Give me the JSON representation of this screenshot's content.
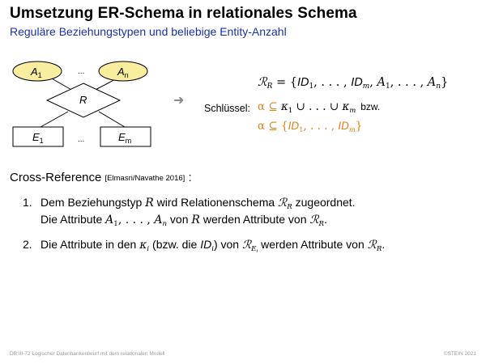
{
  "header": {
    "title": "Umsetzung ER-Schema in relationales Schema",
    "subtitle": "Reguläre Beziehungstypen und beliebige Entity-Anzahl"
  },
  "er_diagram": {
    "attribute_a1": "A",
    "attribute_a1_sub": "1",
    "attribute_an": "A",
    "attribute_an_sub": "n",
    "attribute_dots": "...",
    "relationship": "R",
    "entity_e1": "E",
    "entity_e1_sub": "1",
    "entity_em": "E",
    "entity_em_sub": "m",
    "entity_dots": "...",
    "colors": {
      "attribute_fill": "#f9eda0",
      "stroke": "#000000"
    }
  },
  "arrow": "➜",
  "schema": {
    "lhs": "ℛ",
    "lhs_sub": "R",
    "eq_open": " = {",
    "id1": "ID",
    "id1_sub": "1",
    "sep1": ", . . . , ",
    "idm": "ID",
    "idm_sub": "m",
    "comma": ", ",
    "a1": "A",
    "a1_sub": "1",
    "sep2": ", . . . , ",
    "an": "A",
    "an_sub": "n",
    "close": "}"
  },
  "key": {
    "label": "Schlüssel:",
    "line1_alpha": "α ⊆ ",
    "line1_k1": "κ",
    "line1_k1_sub": "1",
    "line1_mid": " ∪ . . . ∪ ",
    "line1_km": "κ",
    "line1_km_sub": "m",
    "line1_bzw": "bzw.",
    "line2_alpha": "α ⊆ {",
    "line2_id1": "ID",
    "line2_id1_sub": "1",
    "line2_sep": ", . . . , ",
    "line2_idm": "ID",
    "line2_idm_sub": "m",
    "line2_close": "}",
    "colors": {
      "accent": "#e0801a"
    }
  },
  "crossref": {
    "label": "Cross-Reference",
    "ref": "[Elmasri/Navathe 2016]",
    "colon": ":"
  },
  "items": [
    {
      "number": "1.",
      "t1": "Dem Beziehungstyp ",
      "r": "R",
      "t2": " wird Relationenschema ",
      "rr": "ℛ",
      "rr_sub": "R",
      "t3": " zugeordnet.",
      "t4": "Die Attribute ",
      "a1": "A",
      "a1_sub": "1",
      "sep": ", . . . , ",
      "an": "A",
      "an_sub": "n",
      "t5": " von ",
      "r2": "R",
      "t6": " werden Attribute von ",
      "rr2": "ℛ",
      "rr2_sub": "R",
      "t7": "."
    },
    {
      "number": "2.",
      "t1": "Die Attribute in den ",
      "kappa": "κ",
      "kappa_sub": "i",
      "t2": " (bzw. die ",
      "id": "ID",
      "id_sub": "i",
      "t3": ") von ",
      "re": "ℛ",
      "re_sub": "E",
      "re_sub2": "i",
      "t4": " werden Attribute von ",
      "rr": "ℛ",
      "rr_sub": "R",
      "t5": "."
    }
  ],
  "footer": {
    "left": "DB:III-72    Logischer Datenbankentwurf mit dem relationalen Modell",
    "right": "©STEIN 2021"
  }
}
